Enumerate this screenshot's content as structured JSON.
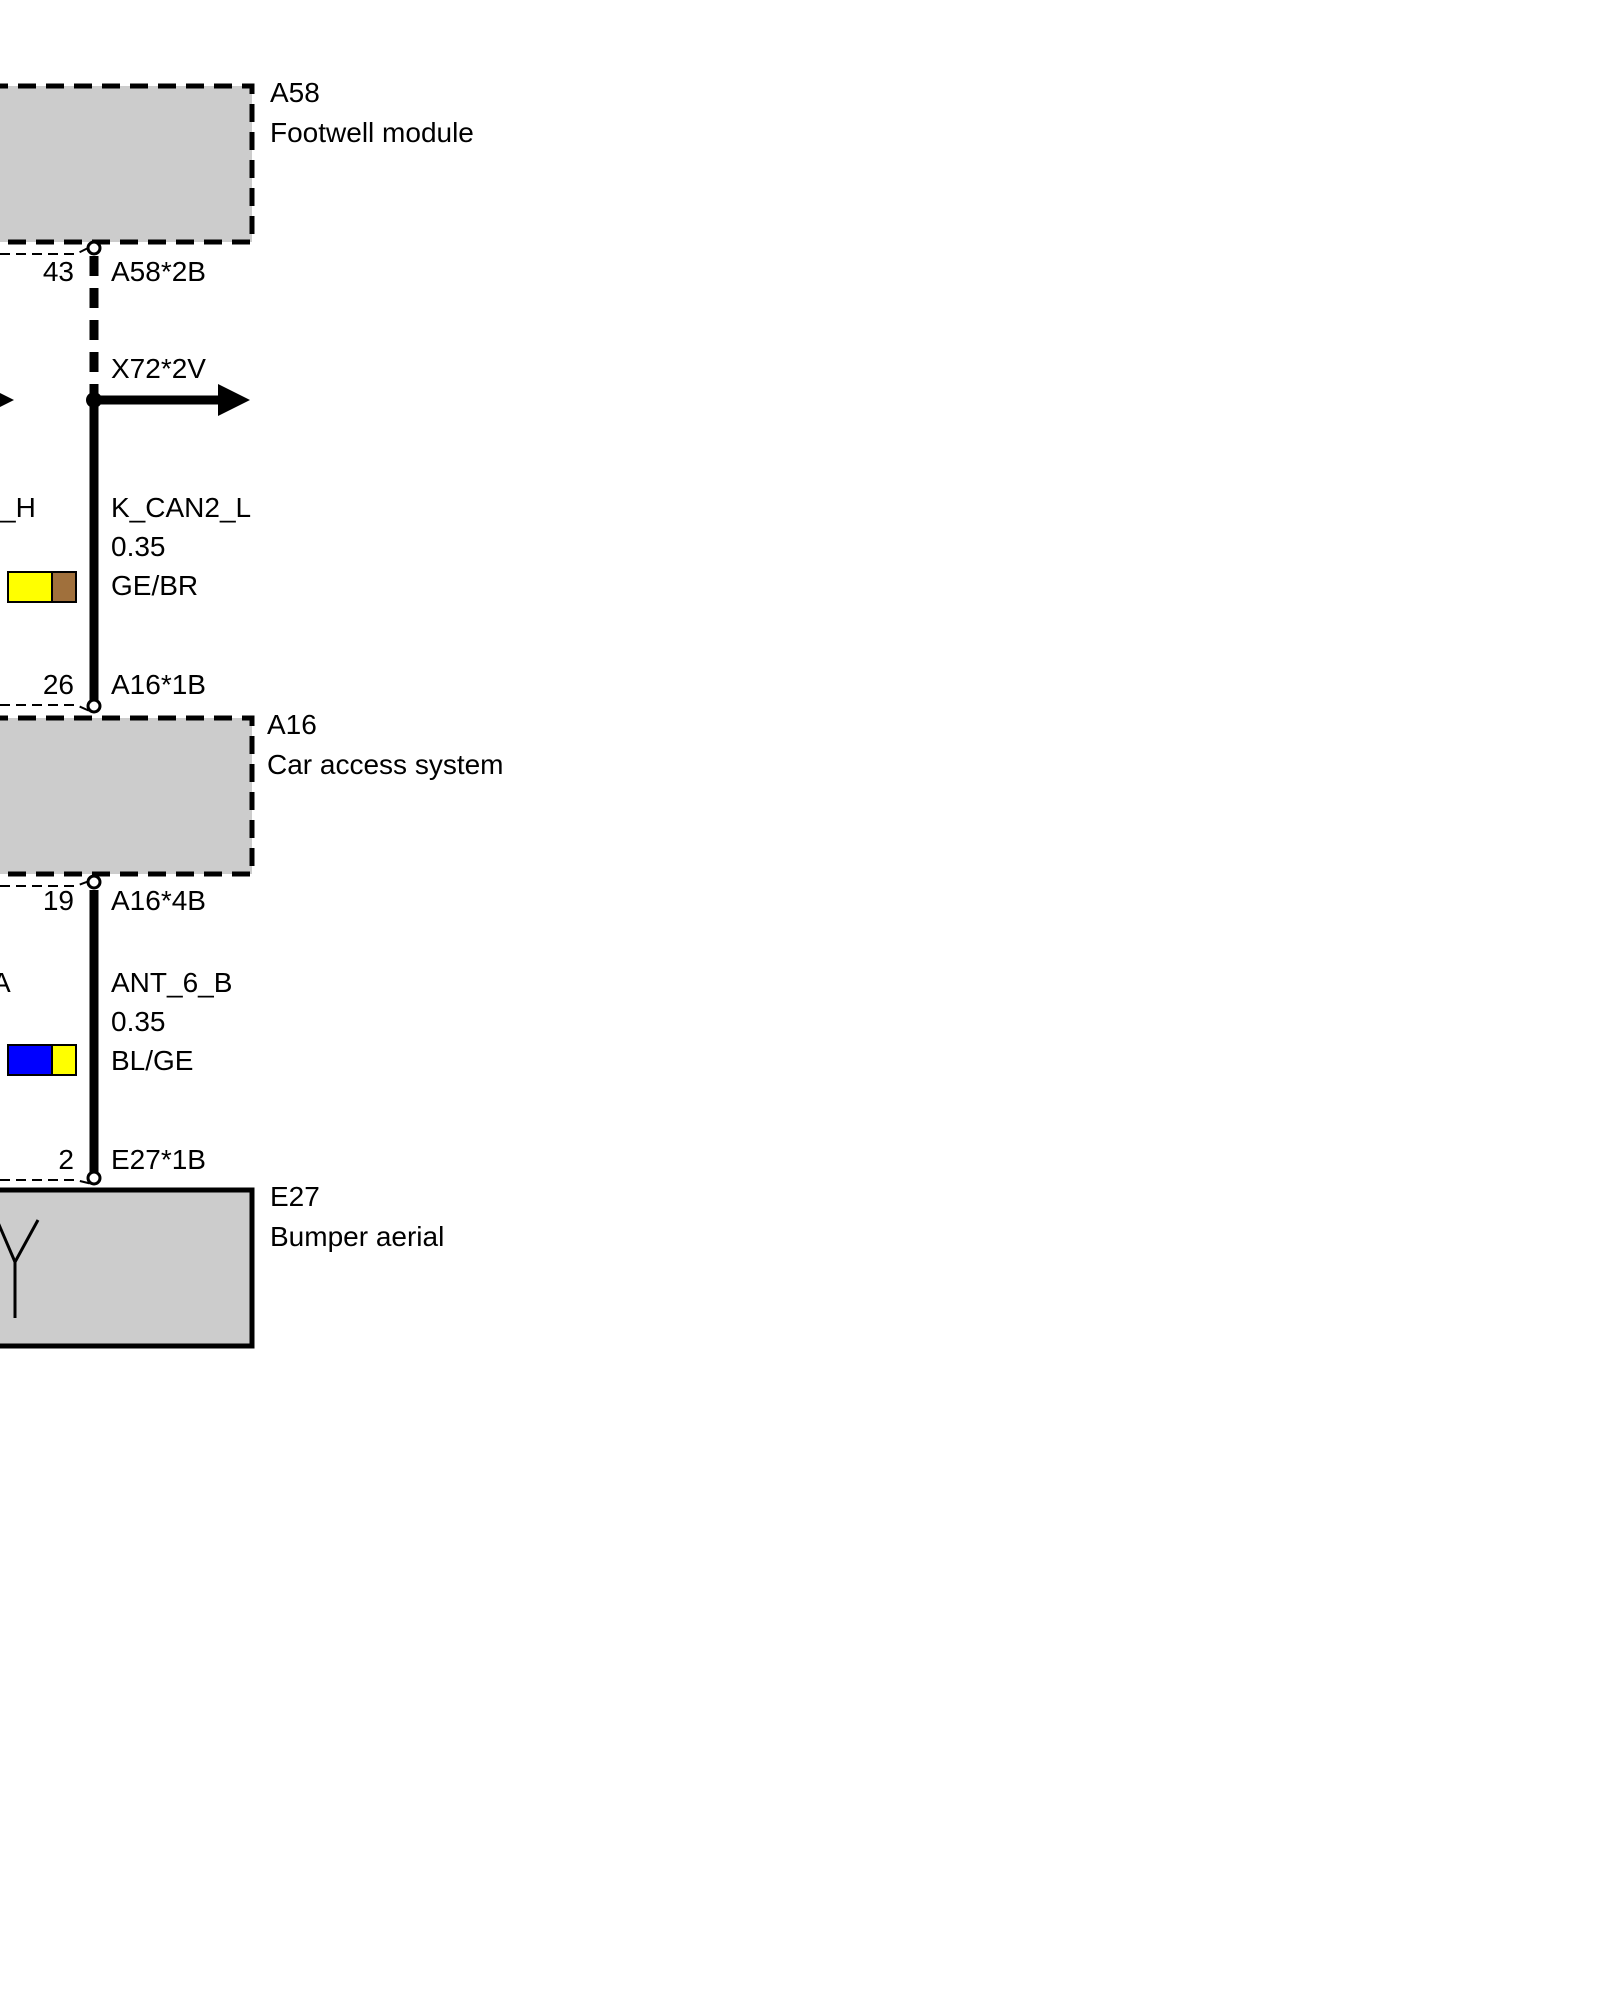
{
  "colors": {
    "component_fill": "#cccccc",
    "wire": "#000000",
    "yellow": "#ffff00",
    "brown": "#a0703c",
    "blue": "#0000ff"
  },
  "components": {
    "a58": {
      "id": "A58",
      "name": "Footwell module"
    },
    "a16": {
      "id": "A16",
      "name": "Car access system"
    },
    "e27": {
      "id": "E27",
      "name": "Bumper aerial"
    }
  },
  "pins": {
    "a58_pin": "43",
    "a58_connector": "A58*2B",
    "a16_top_pin": "26",
    "a16_top_connector": "A16*1B",
    "a16_bottom_pin": "19",
    "a16_bottom_connector": "A16*4B",
    "e27_pin": "2",
    "e27_connector": "E27*1B"
  },
  "splice": {
    "connector": "X72*2V"
  },
  "wires": {
    "upper": {
      "signal": "K_CAN2_L",
      "gauge": "0.35",
      "color_code": "GE/BR"
    },
    "lower": {
      "signal": "ANT_6_B",
      "gauge": "0.35",
      "color_code": "BL/GE"
    },
    "left_upper_fragment": "_H",
    "left_lower_fragment": "A"
  },
  "icons": {
    "aerial": "antenna-icon",
    "arrow": "arrow-right-icon"
  }
}
